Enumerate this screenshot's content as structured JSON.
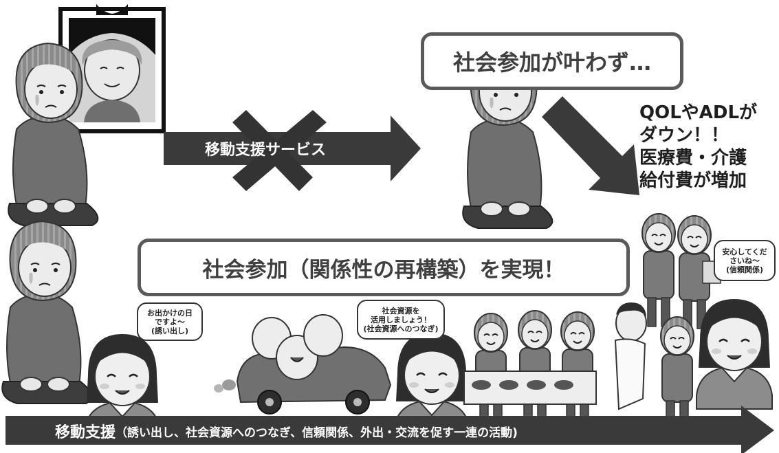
{
  "top_section": {
    "arrow_service_label": "移動支援サービス",
    "no_participation_box": "社会参加が叶わず…",
    "outcome_text": [
      "QOLやADLが",
      "ダウン！！",
      "医療費・介護",
      "給付費が増加"
    ]
  },
  "middle_section": {
    "realization_box": "社会参加（関係性の再構築）を実現！"
  },
  "speech_bubbles": {
    "outing": [
      "お出かけの日",
      "ですよ〜",
      "(誘い出し)"
    ],
    "resources": [
      "社会資源を",
      "活用しましょう！",
      "(社会資源へのつなぎ)"
    ],
    "reassure": [
      "安心してくだ",
      "さいね〜",
      "(信頼関係)"
    ]
  },
  "bottom_arrow": {
    "main": "移動支援",
    "detail": "（誘い出し、社会資源へのつなぎ、信頼関係、外出・交流を促す一連の活動)"
  },
  "colors": {
    "arrow_dark": "#3a3a3a",
    "arrow_mid": "#555555",
    "box_border": "#5a5a5a",
    "person_body": "#7a7a7a",
    "person_hair": "#8c8c8c",
    "skin": "#e6e6e6"
  }
}
